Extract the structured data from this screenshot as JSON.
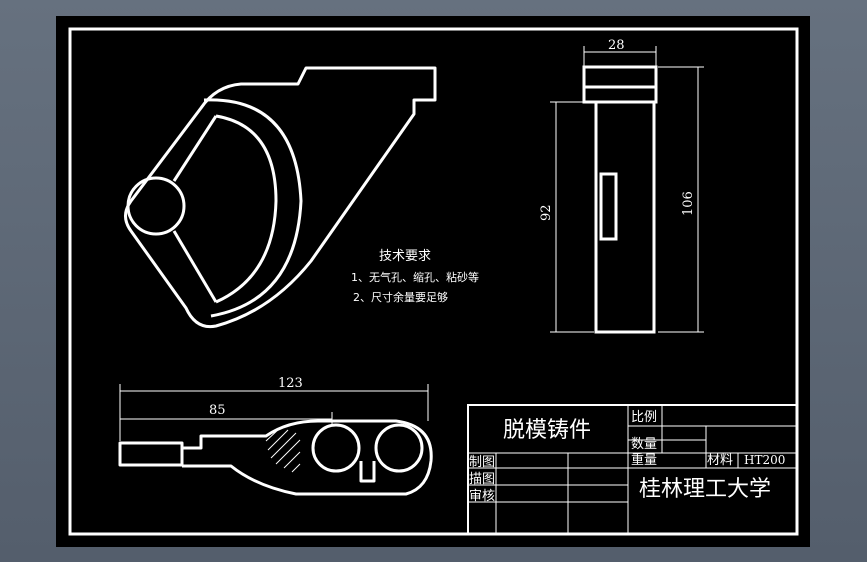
{
  "drawing": {
    "dimensions": {
      "side_width": "28",
      "side_inner_height": "92",
      "side_total_height": "106",
      "bottom_total_length": "123",
      "bottom_partial_length": "85"
    },
    "notes": {
      "title": "技术要求",
      "item1": "1、无气孔、缩孔、粘砂等",
      "item2": "2、尺寸余量要足够"
    }
  },
  "title_block": {
    "part_name": "脱模铸件",
    "scale_label": "比例",
    "quantity_label": "数量",
    "weight_label": "重量",
    "material_label": "材料",
    "material_value": "HT200",
    "drawn_label": "制图",
    "traced_label": "描图",
    "checked_label": "审核",
    "school": "桂林理工大学"
  },
  "colors": {
    "background": "#000000",
    "lines": "#ffffff",
    "viewport_frame": "#5b6676"
  }
}
